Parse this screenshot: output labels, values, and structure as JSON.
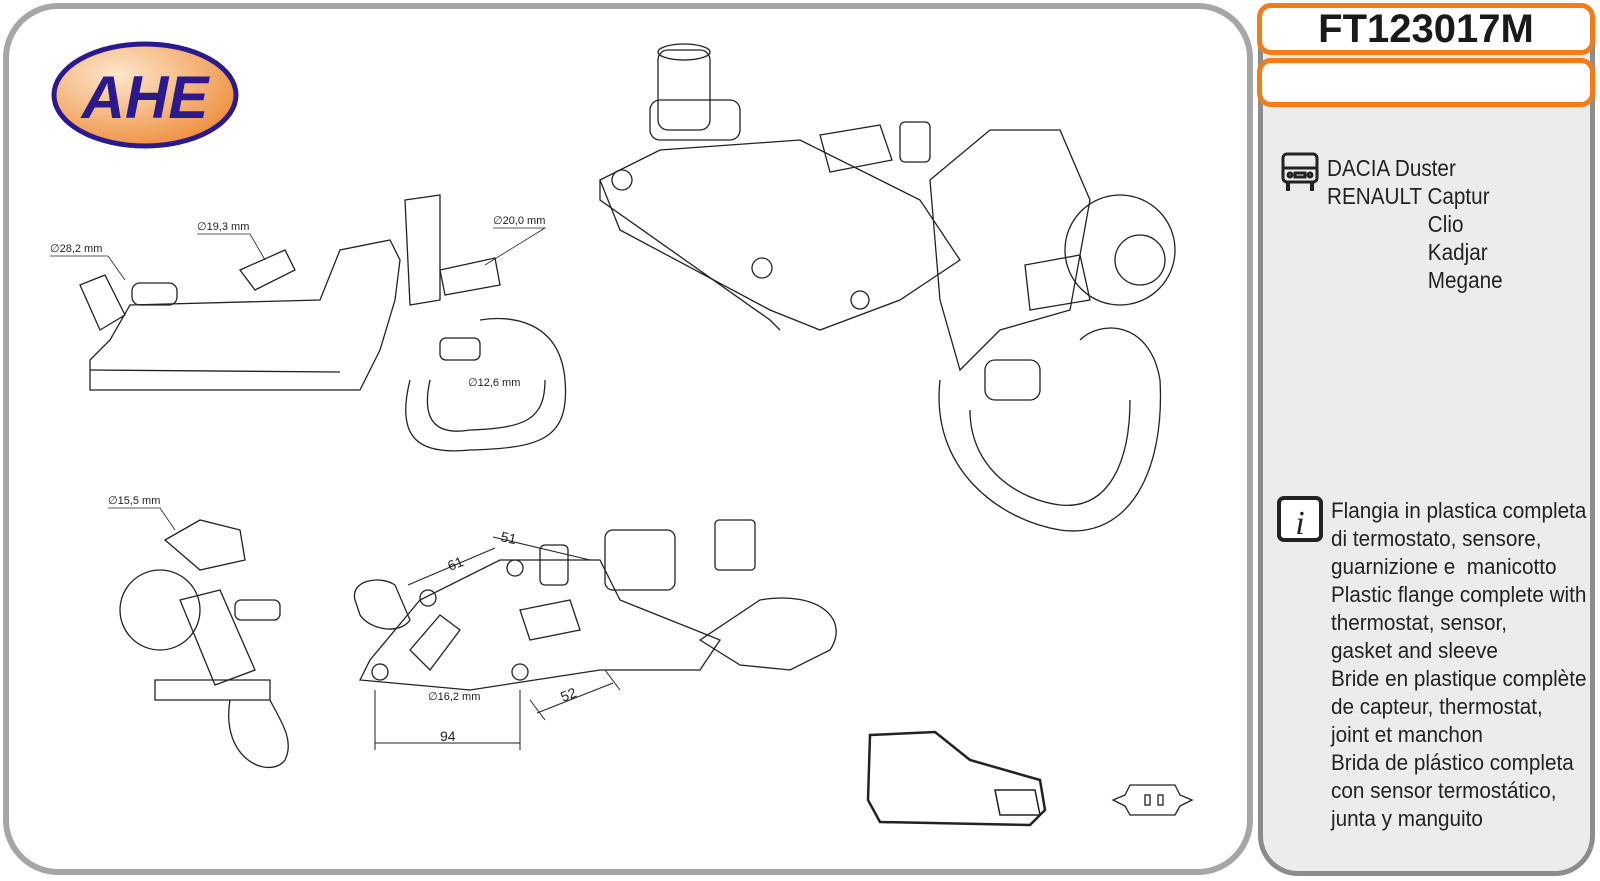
{
  "brand": {
    "logo_text": "AHE",
    "colors": {
      "logo_blue": "#2c1a8c",
      "logo_orange": "#f0a860",
      "accent_orange": "#f07c1c"
    }
  },
  "product": {
    "code": "FT123017M",
    "subtitle": ""
  },
  "vehicles": {
    "icon": "vehicle-icon",
    "lines": [
      "DACIA Duster",
      "RENAULT Captur",
      "Clio",
      "Kadjar",
      "Megane"
    ]
  },
  "description": {
    "icon": "info-icon",
    "lines": [
      "Flangia in plastica completa",
      "di termostato, sensore,",
      "guarnizione e  manicotto",
      "Plastic flange complete with",
      "thermostat, sensor,",
      "gasket and sleeve",
      "Bride en plastique complète",
      "de capteur, thermostat,",
      "joint et manchon",
      "Brida de plástico completa",
      "con sensor termostático,",
      "junta y manguito"
    ]
  },
  "dimensions": {
    "d1": "∅28,2 mm",
    "d2": "∅19,3 mm",
    "d3": "∅20,0 mm",
    "d4": "∅12,6 mm",
    "d5": "∅15,5 mm",
    "d6": "∅16,2 mm",
    "l1": "51",
    "l2": "61",
    "l3": "52",
    "l4": "94"
  }
}
